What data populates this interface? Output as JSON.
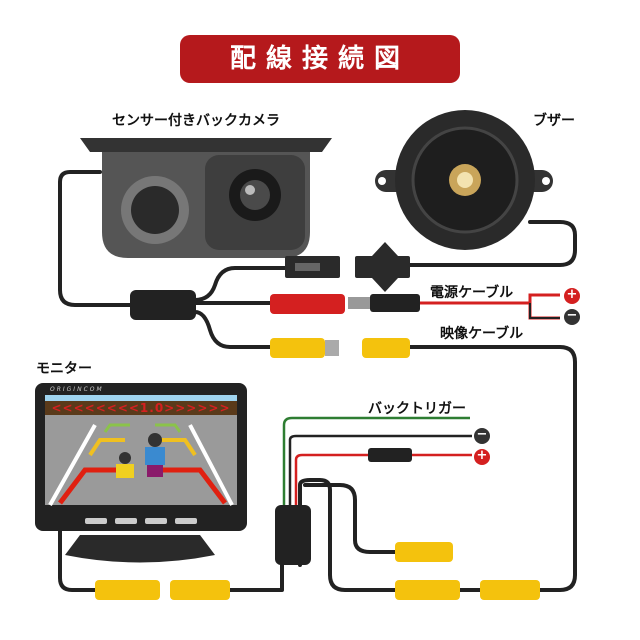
{
  "title": "配線接続図",
  "labels": {
    "camera": "センサー付きバックカメラ",
    "buzzer": "ブザー",
    "power_cable": "電源ケーブル",
    "video_cable": "映像ケーブル",
    "monitor": "モニター",
    "back_trigger": "バックトリガー"
  },
  "monitor": {
    "brand": "ORIGINCOM",
    "distance_readout": "<<<<<<<<1.0>>>>>>"
  },
  "polarity": {
    "plus": "+",
    "minus": "−"
  },
  "colors": {
    "banner": "#b5191c",
    "rca_yellow": "#f4c20d",
    "power_red": "#d42020",
    "trigger_green": "#2e7d32"
  }
}
